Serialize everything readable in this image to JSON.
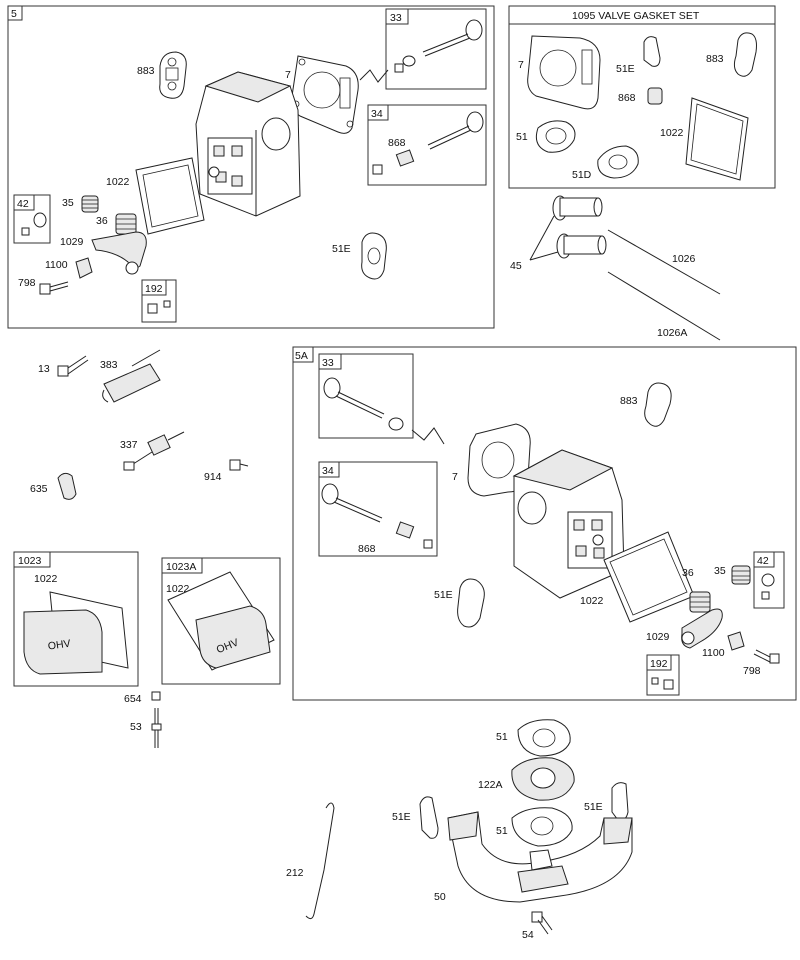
{
  "boxes": {
    "box_5": "5",
    "box_5a": "5A",
    "box_1095_title": "1095 VALVE GASKET SET",
    "box_33_a": "33",
    "box_34_a": "34",
    "box_42_a": "42",
    "box_192_a": "192",
    "box_33_b": "33",
    "box_34_b": "34",
    "box_42_b": "42",
    "box_192_b": "192",
    "box_1023": "1023",
    "box_1023a": "1023A"
  },
  "labels": {
    "l883_a": "883",
    "l7_a": "7",
    "l868_a": "868",
    "l1022_a": "1022",
    "l35_a": "35",
    "l36_a": "36",
    "l1029_a": "1029",
    "l1100_a": "1100",
    "l798_a": "798",
    "l51e_a": "51E",
    "g7": "7",
    "g51e": "51E",
    "g883": "883",
    "g868": "868",
    "g51": "51",
    "g1022": "1022",
    "g51d": "51D",
    "l45": "45",
    "l1026": "1026",
    "l1026a": "1026A",
    "l13": "13",
    "l383": "383",
    "l337": "337",
    "l914": "914",
    "l635": "635",
    "l1022_c1": "1022",
    "l1022_c2": "1022",
    "l654": "654",
    "l53": "53",
    "l883_b": "883",
    "l7_b": "7",
    "l868_b": "868",
    "l51e_b": "51E",
    "l1022_b": "1022",
    "l36_b": "36",
    "l35_b": "35",
    "l1029_b": "1029",
    "l1100_b": "1100",
    "l798_b": "798",
    "m51_top": "51",
    "m122a": "122A",
    "m51_mid": "51",
    "m51e_l": "51E",
    "m51e_r": "51E",
    "m212": "212",
    "m50": "50",
    "m54": "54"
  },
  "cover_text": "OHV"
}
